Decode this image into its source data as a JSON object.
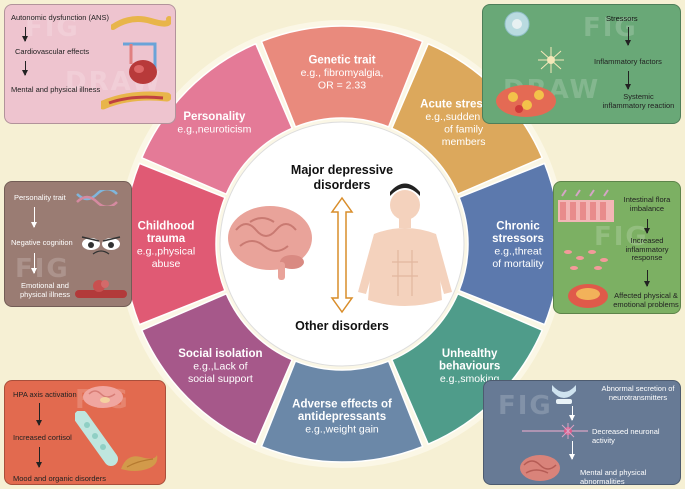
{
  "center": {
    "top_title": "Major depressive disorders",
    "bottom_title": "Other disorders"
  },
  "segments": [
    {
      "title": "Genetic trait",
      "example": "e.g., fibromyalgia, OR = 2.33",
      "color": "#e98a7d"
    },
    {
      "title": "Acute stressors",
      "example": "e.g.,sudden loss of family members",
      "color": "#dca85c"
    },
    {
      "title": "Chronic stressors",
      "example": "e.g.,threat of mortality",
      "color": "#5c79ad"
    },
    {
      "title": "Unhealthy behaviours",
      "example": "e.g.,smoking",
      "color": "#4f9c8a"
    },
    {
      "title": "Adverse effects of antidepressants",
      "example": "e.g.,weight gain",
      "color": "#6b88a8"
    },
    {
      "title": "Social isolation",
      "example": "e.g.,Lack of social support",
      "color": "#a6588a"
    },
    {
      "title": "Childhood trauma",
      "example": "e.g.,physical abuse",
      "color": "#e05a74"
    },
    {
      "title": "Personality",
      "example": "e.g.,neuroticism",
      "color": "#e47a97"
    }
  ],
  "boxes": {
    "top_left": {
      "color": "#eec4cf",
      "steps": [
        "Autonomic dysfunction (ANS)",
        "Cardiovascular effects",
        "Mental and physical illness"
      ]
    },
    "top_right": {
      "color": "#69a877",
      "steps": [
        "Stressors",
        "Inflammatory factors",
        "Systemic inflammatory reaction"
      ]
    },
    "mid_left": {
      "color": "#9a7c73",
      "steps": [
        "Personality trait",
        "Negative cognition",
        "Emotional and physical illness"
      ]
    },
    "mid_right": {
      "color": "#7cb063",
      "steps": [
        "Intestinal flora imbalance",
        "Increased inflammatory response",
        "Affected physical & emotional problems"
      ]
    },
    "bottom_left": {
      "color": "#e26a4f",
      "steps": [
        "HPA axis activation",
        "Increased cortisol",
        "Mood and organic disorders"
      ]
    },
    "bottom_right": {
      "color": "#677a95",
      "steps": [
        "Abnormal secretion of neurotransmitters",
        "Decreased neuronal activity",
        "Mental and physical abnormalities"
      ]
    }
  },
  "icons": [
    "brain-icon",
    "human-body-icon",
    "double-arrow-icon",
    "heart-icon",
    "blood-vessel-icon",
    "dna-icon",
    "sad-eyes-icon",
    "virus-cell-icon",
    "immune-cells-icon",
    "intestine-icon",
    "bacteria-icon",
    "bone-icon",
    "lipid-icon",
    "neuron-icon",
    "kidney-cortisol-icon",
    "pancreas-icon",
    "stomach-icon"
  ]
}
